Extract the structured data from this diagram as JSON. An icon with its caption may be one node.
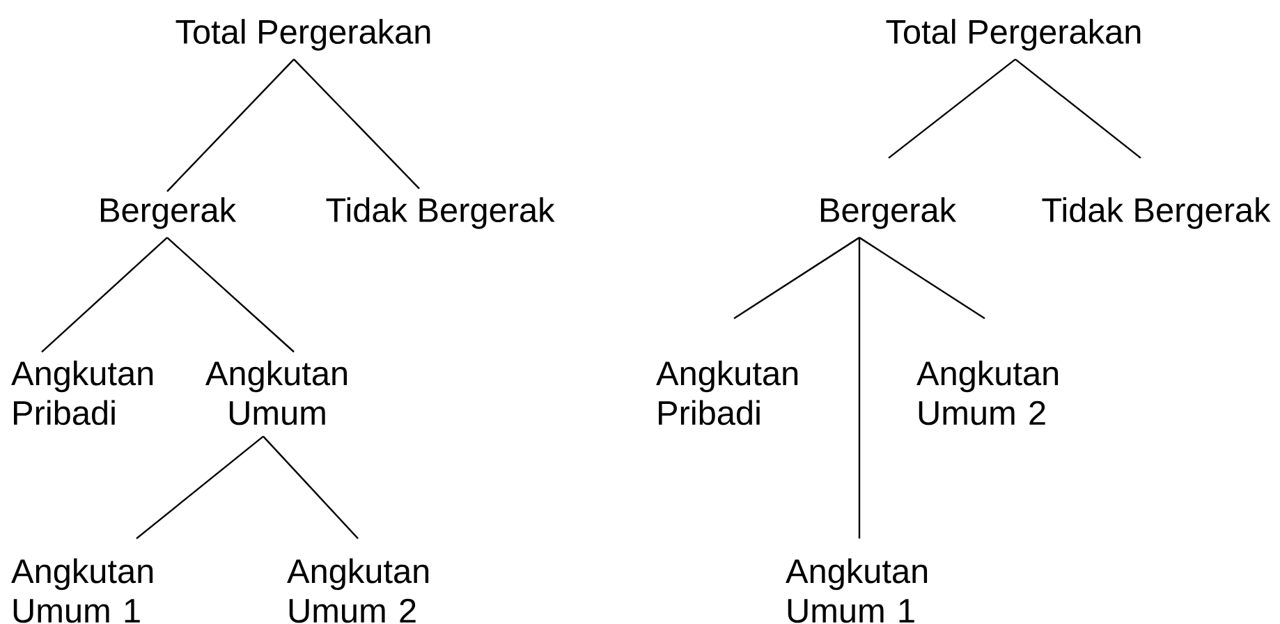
{
  "diagram": {
    "nodes": [
      {
        "text": [
          "Total Pergerakan"
        ]
      },
      {
        "text": [
          "Bergerak"
        ]
      },
      {
        "text": [
          "Tidak Bergerak"
        ]
      },
      {
        "text": [
          "Angkutan Pribadi"
        ]
      },
      {
        "text": [
          "Angkutan Umum"
        ]
      },
      {
        "text": [
          "Angkutan Umum 1"
        ]
      },
      {
        "text": [
          "Angkutan Umum 2"
        ]
      },
      {
        "text": [
          "Total Pergerakan"
        ]
      },
      {
        "text": [
          "Bergerak"
        ]
      },
      {
        "text": [
          "Tidak Bergerak"
        ]
      },
      {
        "text": [
          "Angkutan Pribadi"
        ]
      },
      {
        "text": [
          "Angkutan Umum 2"
        ]
      },
      {
        "text": [
          "Angkutan Umum 1"
        ]
      }
    ],
    "edges": [
      {
        "from": 0,
        "to": 1,
        "arrow": "none"
      },
      {
        "from": 0,
        "to": 2,
        "arrow": "none"
      },
      {
        "from": 1,
        "to": 3,
        "arrow": "none"
      },
      {
        "from": 1,
        "to": 4,
        "arrow": "none"
      },
      {
        "from": 4,
        "to": 5,
        "arrow": "none"
      },
      {
        "from": 4,
        "to": 6,
        "arrow": "none"
      },
      {
        "from": 7,
        "to": 8,
        "arrow": "none"
      },
      {
        "from": 7,
        "to": 9,
        "arrow": "none"
      },
      {
        "from": 8,
        "to": 10,
        "arrow": "none"
      },
      {
        "from": 8,
        "to": 11,
        "arrow": "none"
      },
      {
        "from": 8,
        "to": 12,
        "arrow": "none"
      }
    ]
  }
}
